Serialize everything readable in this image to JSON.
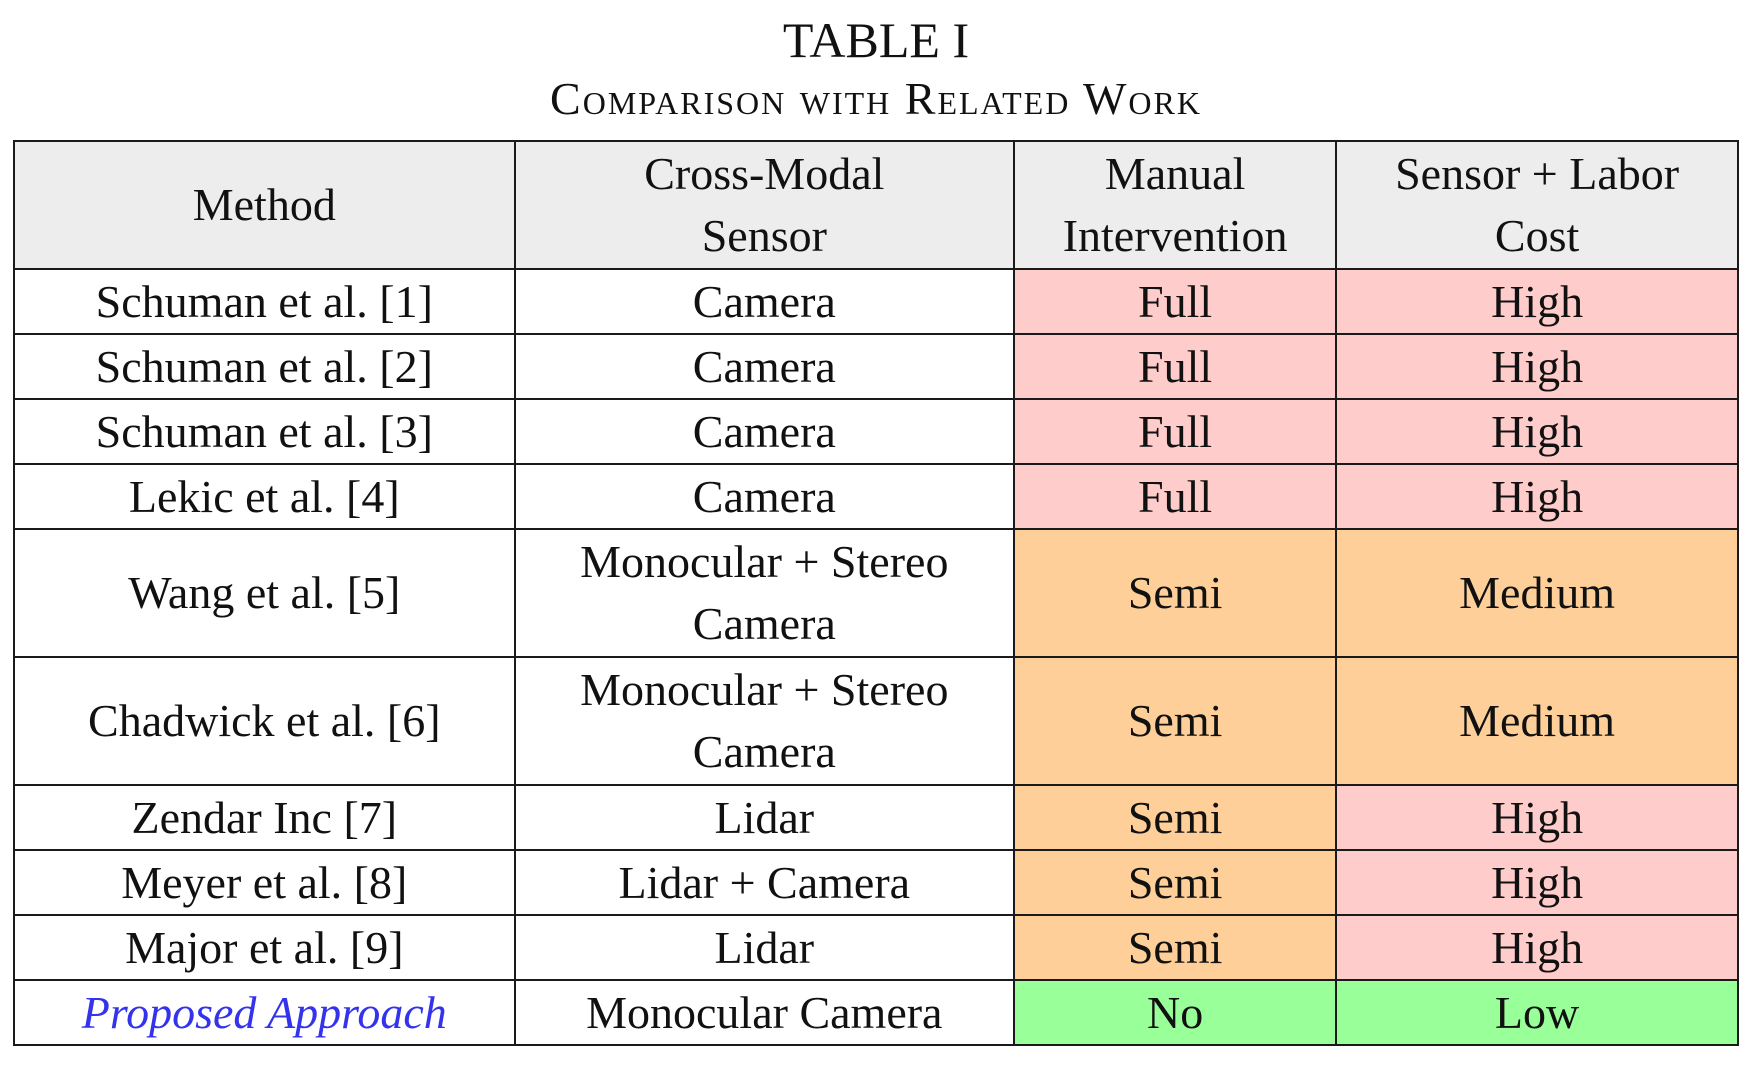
{
  "caption": {
    "label": "TABLE I",
    "title": "Comparison with Related Work"
  },
  "headers": {
    "method": "Method",
    "sensor": [
      "Cross-Modal",
      "Sensor"
    ],
    "manual": [
      "Manual",
      "Intervention"
    ],
    "cost": [
      "Sensor + Labor",
      "Cost"
    ]
  },
  "rows": [
    {
      "method": "Schuman et al. [1]",
      "sensor": [
        "Camera"
      ],
      "manual": "Full",
      "cost": "High"
    },
    {
      "method": "Schuman et al. [2]",
      "sensor": [
        "Camera"
      ],
      "manual": "Full",
      "cost": "High"
    },
    {
      "method": "Schuman et al. [3]",
      "sensor": [
        "Camera"
      ],
      "manual": "Full",
      "cost": "High"
    },
    {
      "method": "Lekic et al. [4]",
      "sensor": [
        "Camera"
      ],
      "manual": "Full",
      "cost": "High"
    },
    {
      "method": "Wang et al. [5]",
      "sensor": [
        "Monocular + Stereo",
        "Camera"
      ],
      "manual": "Semi",
      "cost": "Medium"
    },
    {
      "method": "Chadwick et al. [6]",
      "sensor": [
        "Monocular + Stereo",
        "Camera"
      ],
      "manual": "Semi",
      "cost": "Medium"
    },
    {
      "method": "Zendar Inc [7]",
      "sensor": [
        "Lidar"
      ],
      "manual": "Semi",
      "cost": "High"
    },
    {
      "method": "Meyer et al. [8]",
      "sensor": [
        "Lidar + Camera"
      ],
      "manual": "Semi",
      "cost": "High"
    },
    {
      "method": "Major et al. [9]",
      "sensor": [
        "Lidar"
      ],
      "manual": "Semi",
      "cost": "High"
    },
    {
      "method": "Proposed Approach",
      "sensor": [
        "Monocular Camera"
      ],
      "manual": "No",
      "cost": "Low",
      "highlight": true
    }
  ],
  "colors": {
    "header_bg": "#ededed",
    "full_high": "#ffcccc",
    "semi_medium": "#ffcf99",
    "no_low": "#99ff99",
    "proposed_text": "#3333ee"
  }
}
